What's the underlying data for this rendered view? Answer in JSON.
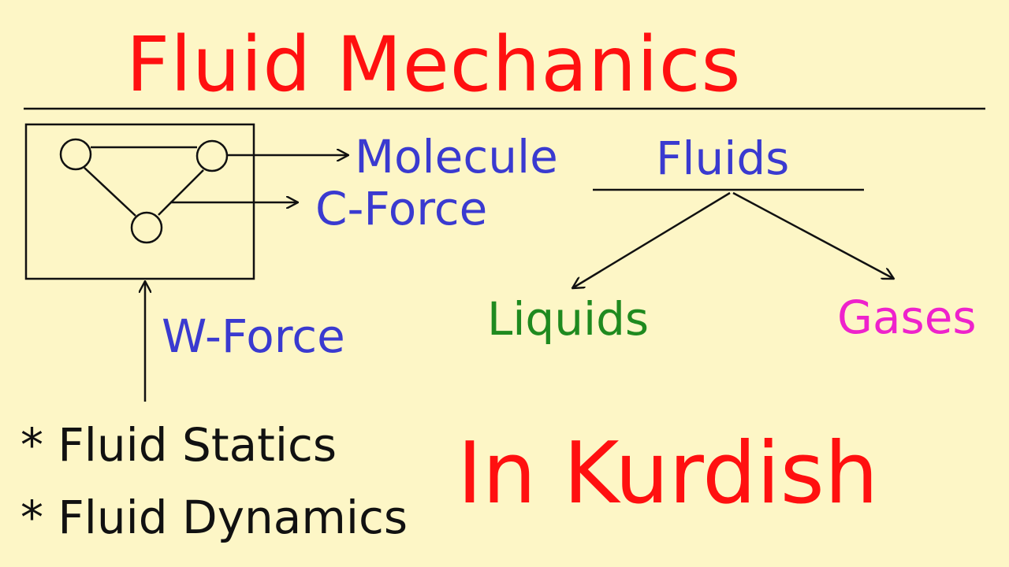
{
  "title": "Fluid Mechanics",
  "subtitle": "In Kurdish",
  "labels": {
    "molecule": "Molecule",
    "c_force": "C-Force",
    "w_force": "W-Force"
  },
  "tree": {
    "root": "Fluids",
    "left": "Liquids",
    "right": "Gases"
  },
  "bullets": [
    "* Fluid Statics",
    "* Fluid Dynamics"
  ],
  "colors": {
    "background": "#fdf6c6",
    "title": "#ff1010",
    "labels": "#3a3ad0",
    "liquids": "#1f8a1f",
    "gases": "#ee22cc",
    "lines": "#111111"
  }
}
